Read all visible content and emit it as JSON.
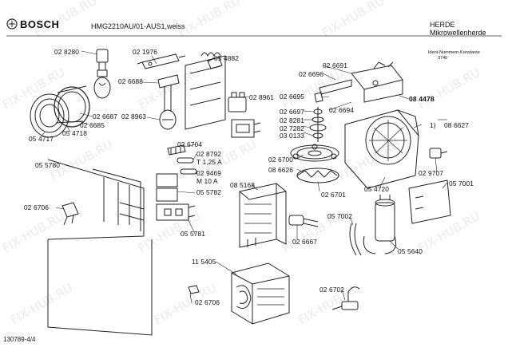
{
  "header": {
    "brand": "BOSCH",
    "model": "HMG2210AU/01-AUS1,weiss",
    "category_line1": "HERDE",
    "category_line2": "Mikrowellenherde",
    "ident_label": "Ident-Nummern-Konstante",
    "ident_value": "3740"
  },
  "footer": {
    "doc_number": "130789-4/4"
  },
  "watermark": "FIX-HUB.RU",
  "footnote_marker": "1)",
  "parts": {
    "p028280": "02 8280",
    "p021976": "02 1976",
    "p054882": "05 4882",
    "p026688": "02 6688",
    "p028961": "02 8961",
    "p028963": "02 8963",
    "p026687": "02 6687",
    "p026685": "02 6685",
    "p054717": "05 4717",
    "p054718": "05 4718",
    "p026691": "02 6691",
    "p026696": "02 6696",
    "p026695": "02 6695",
    "p026697": "02 6697",
    "p026694": "02 6694",
    "p028281": "02 8281",
    "p027282": "02 7282",
    "p030133": "03 0133",
    "p084478": "08 4478",
    "p086627": "08 6627",
    "p026704": "02 6704",
    "p028792": "02 8792",
    "p028792_rating": "T 1,25 A",
    "p029469": "02 9469",
    "p029469_rating": "M 10 A",
    "p055780": "05 5780",
    "p026706a": "02 6706",
    "p055782": "05 5782",
    "p055781": "05 5781",
    "p085168": "08 5168",
    "p026700": "02 6700",
    "p086626": "08 6626",
    "p026701": "02 6701",
    "p054720": "05 4720",
    "p029707": "02 9707",
    "p057001": "05 7001",
    "p057002": "05 7002",
    "p026667": "02 6667",
    "p055640": "05 5640",
    "p115405": "11 5405",
    "p026706b": "02 6706",
    "p026702": "02 6702"
  }
}
